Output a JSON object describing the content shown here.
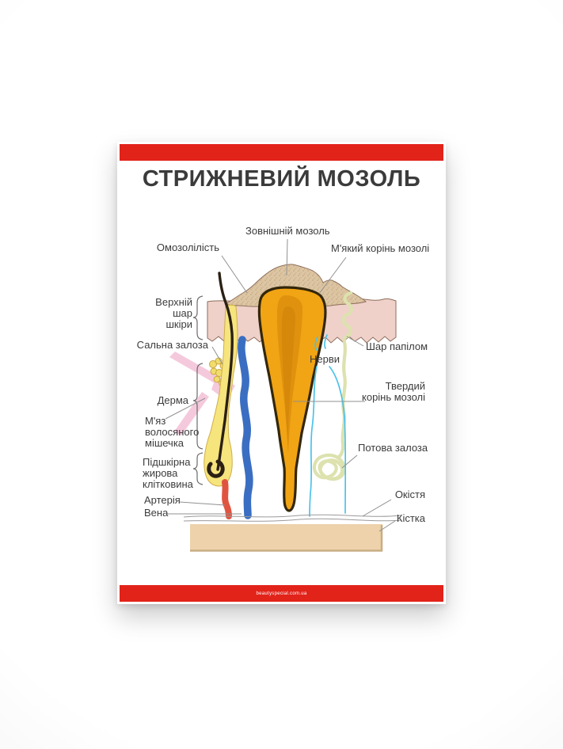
{
  "poster": {
    "title": "СТРИЖНЕВИЙ МОЗОЛЬ",
    "footer_url": "beautyspecial.com.ua"
  },
  "labels": {
    "outer_callus": "Зовнішній мозоль",
    "callosity": "Омозолілість",
    "soft_root": "М'який корінь мозолі",
    "upper_skin": [
      "Верхній",
      "шар",
      "шкіри"
    ],
    "sebaceous_gland": "Сальна залоза",
    "derma": "Дерма",
    "hair_sac_muscle": [
      "М'яз",
      "волосяного",
      "мішечка"
    ],
    "subcutaneous_fat": [
      "Підшкірна",
      "жирова",
      "клітковина"
    ],
    "artery": "Артерія",
    "vein": "Вена",
    "papilloma_layer": "Шар папілом",
    "nerves": "Нерви",
    "hard_root": [
      "Твердий",
      "корінь мозолі"
    ],
    "sweat_gland": "Потова залоза",
    "periosteum": "Окістя",
    "bone": "Кістка"
  },
  "colors": {
    "accent_red": "#e2231a",
    "title_text": "#3b3b3b",
    "label_text": "#3c3c3c",
    "skin_pink": "#efd1ca",
    "callus_tan": "#dcc5a3",
    "core_orange": "#f1a414",
    "core_orange_dark": "#d4860a",
    "follicle_yellow": "#f6e47d",
    "vein_blue": "#3a6ec2",
    "nerve_blue": "#4cc2ea",
    "artery_red": "#e0543f",
    "muscle_pink": "#f5c9dc",
    "sweat_olive": "#dde2ae",
    "bone_tan": "#edd2ab"
  }
}
